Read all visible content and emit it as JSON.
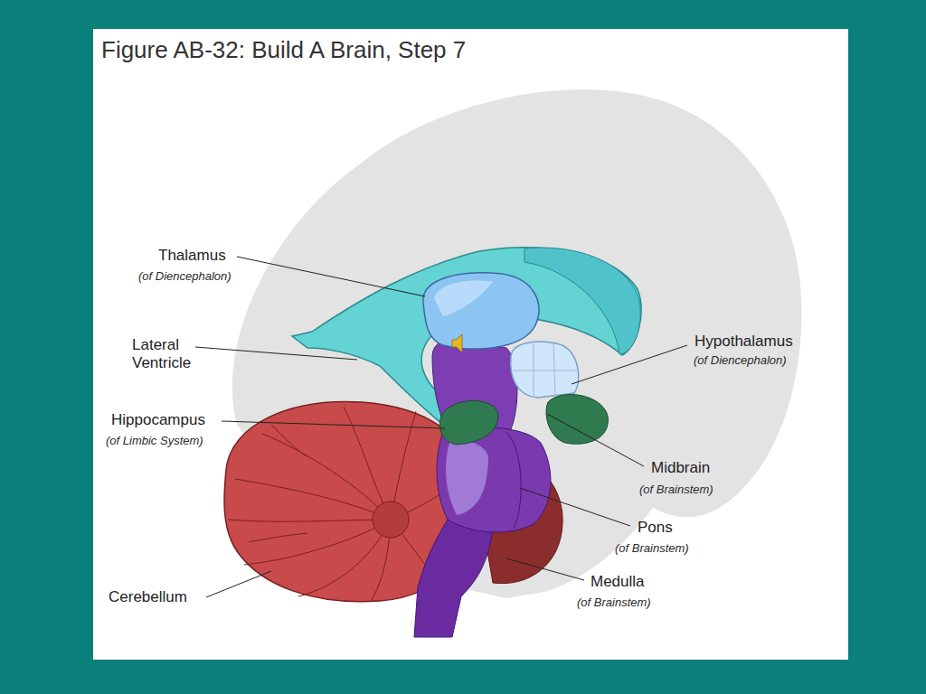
{
  "diagram": {
    "title": "Figure AB-32: Build A Brain, Step 7",
    "labels": [
      "Thalamus",
      "(of Diencephalon)",
      "Lateral Ventricle",
      "Hippocampus",
      "(of Limbic System)",
      "Hypothalamus",
      "(of Diencephalon)",
      "Midbrain",
      "(of Brainstem)",
      "Pons",
      "(of Brainstem)",
      "Medulla",
      "(of Brainstem)",
      "Cerebellum"
    ]
  }
}
